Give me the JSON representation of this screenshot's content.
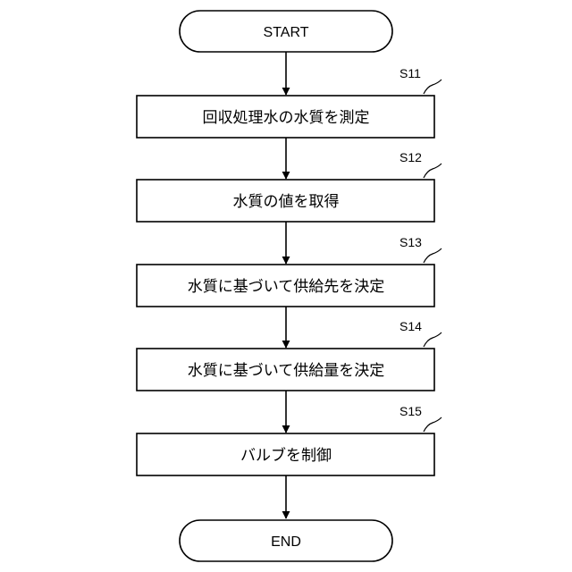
{
  "terminals": {
    "start": "START",
    "end": "END"
  },
  "steps": [
    {
      "id": "S11",
      "text": "回収処理水の水質を測定"
    },
    {
      "id": "S12",
      "text": "水質の値を取得"
    },
    {
      "id": "S13",
      "text": "水質に基づいて供給先を決定"
    },
    {
      "id": "S14",
      "text": "水質に基づいて供給量を決定"
    },
    {
      "id": "S15",
      "text": "バルブを制御"
    }
  ]
}
